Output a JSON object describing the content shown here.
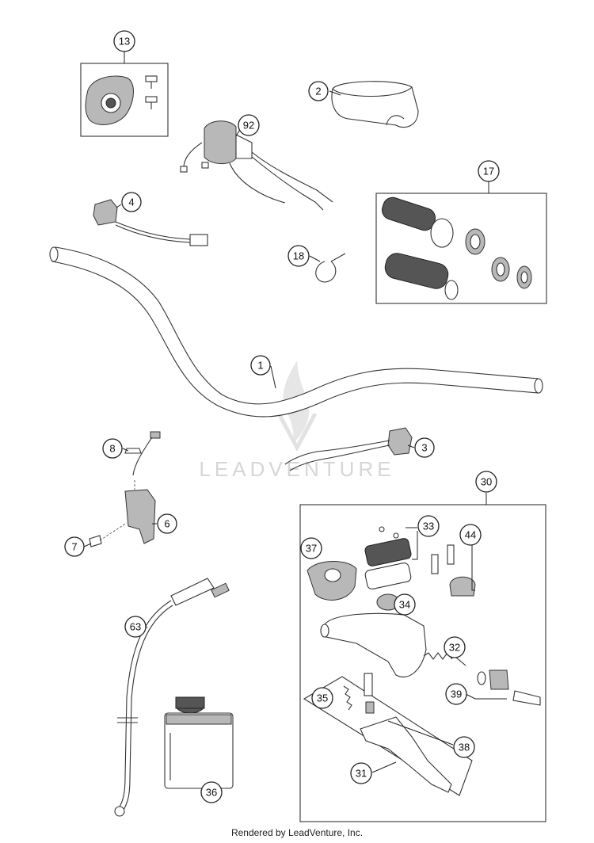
{
  "callouts": {
    "c1": "1",
    "c2": "2",
    "c3": "3",
    "c4": "4",
    "c6": "6",
    "c7": "7",
    "c8": "8",
    "c13": "13",
    "c17": "17",
    "c18": "18",
    "c30": "30",
    "c31": "31",
    "c32": "32",
    "c33": "33",
    "c34": "34",
    "c35": "35",
    "c36": "36",
    "c37": "37",
    "c38": "38",
    "c39": "39",
    "c44": "44",
    "c63": "63",
    "c92": "92"
  },
  "watermark": {
    "text": "LEADVENTURE"
  },
  "footer": {
    "text": "Rendered by LeadVenture, Inc."
  },
  "colors": {
    "line": "#333333",
    "watermark": "#d6d6d6",
    "background": "#ffffff"
  }
}
